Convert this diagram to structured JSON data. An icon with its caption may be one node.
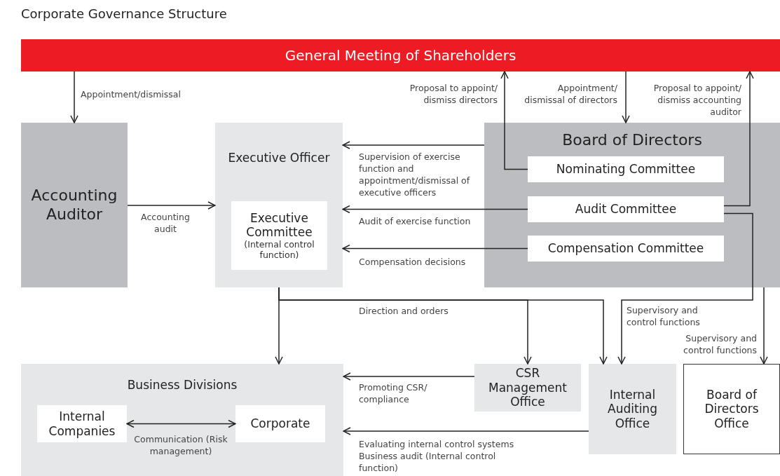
{
  "diagram": {
    "title": "Corporate Governance Structure",
    "nodes": [
      {
        "text": [
          "General Meeting of Shareholders"
        ]
      },
      {
        "text": [
          "Accounting Auditor"
        ]
      },
      {
        "text": [
          "Executive Officer"
        ]
      },
      {
        "text": [
          "Executive Committee",
          "(Internal control function)"
        ],
        "in": 2
      },
      {
        "text": [
          "Board of Directors"
        ]
      },
      {
        "text": [
          "Nominating Committee"
        ],
        "in": 4
      },
      {
        "text": [
          "Audit Committee"
        ],
        "in": 4
      },
      {
        "text": [
          "Compensation Committee"
        ],
        "in": 4
      },
      {
        "text": [
          "Business Divisions"
        ]
      },
      {
        "text": [
          "Internal Companies"
        ],
        "in": 8
      },
      {
        "text": [
          "Corporate"
        ],
        "in": 8
      },
      {
        "text": [
          "CSR Management Office"
        ]
      },
      {
        "text": [
          "Internal Auditing Office"
        ]
      },
      {
        "text": [
          "Board of Directors Office"
        ]
      }
    ],
    "edges": [
      {
        "from": 0,
        "to": 1,
        "arrow": "to",
        "label": "Appointment/dismissal"
      },
      {
        "from": 1,
        "to": 2,
        "arrow": "to",
        "label": "Accounting audit"
      },
      {
        "from": 4,
        "to": 2,
        "arrow": "to",
        "label": "Supervision of exercise function and appointment/dismissal of executive officers"
      },
      {
        "from": 6,
        "to": 2,
        "arrow": "to",
        "label": "Audit of exercise function"
      },
      {
        "from": 7,
        "to": 2,
        "arrow": "to",
        "label": "Compensation decisions"
      },
      {
        "from": 5,
        "to": 0,
        "arrow": "to",
        "label": "Proposal to appoint/ dismiss directors"
      },
      {
        "from": 0,
        "to": 4,
        "arrow": "to",
        "label": "Appointment/ dismissal of directors"
      },
      {
        "from": 6,
        "to": 0,
        "arrow": "to",
        "label": "Proposal to appoint/ dismiss accounting auditor"
      },
      {
        "from": 2,
        "to": 8,
        "arrow": "to"
      },
      {
        "from": 2,
        "to": 11,
        "arrow": "to",
        "label": "Direction and orders"
      },
      {
        "from": 2,
        "to": 12,
        "arrow": "to"
      },
      {
        "from": 6,
        "to": 12,
        "arrow": "to",
        "label": "Supervisory and control functions"
      },
      {
        "from": 4,
        "to": 13,
        "arrow": "to",
        "label": "Supervisory and control functions"
      },
      {
        "from": 11,
        "to": 8,
        "arrow": "to",
        "label": "Promoting CSR/ compliance"
      },
      {
        "from": 12,
        "to": 8,
        "arrow": "to",
        "label": "Evaluating internal control systems Business audit (Internal control function)"
      },
      {
        "from": 9,
        "to": 10,
        "arrow": "both",
        "label": "Communication (Risk management)"
      }
    ]
  }
}
